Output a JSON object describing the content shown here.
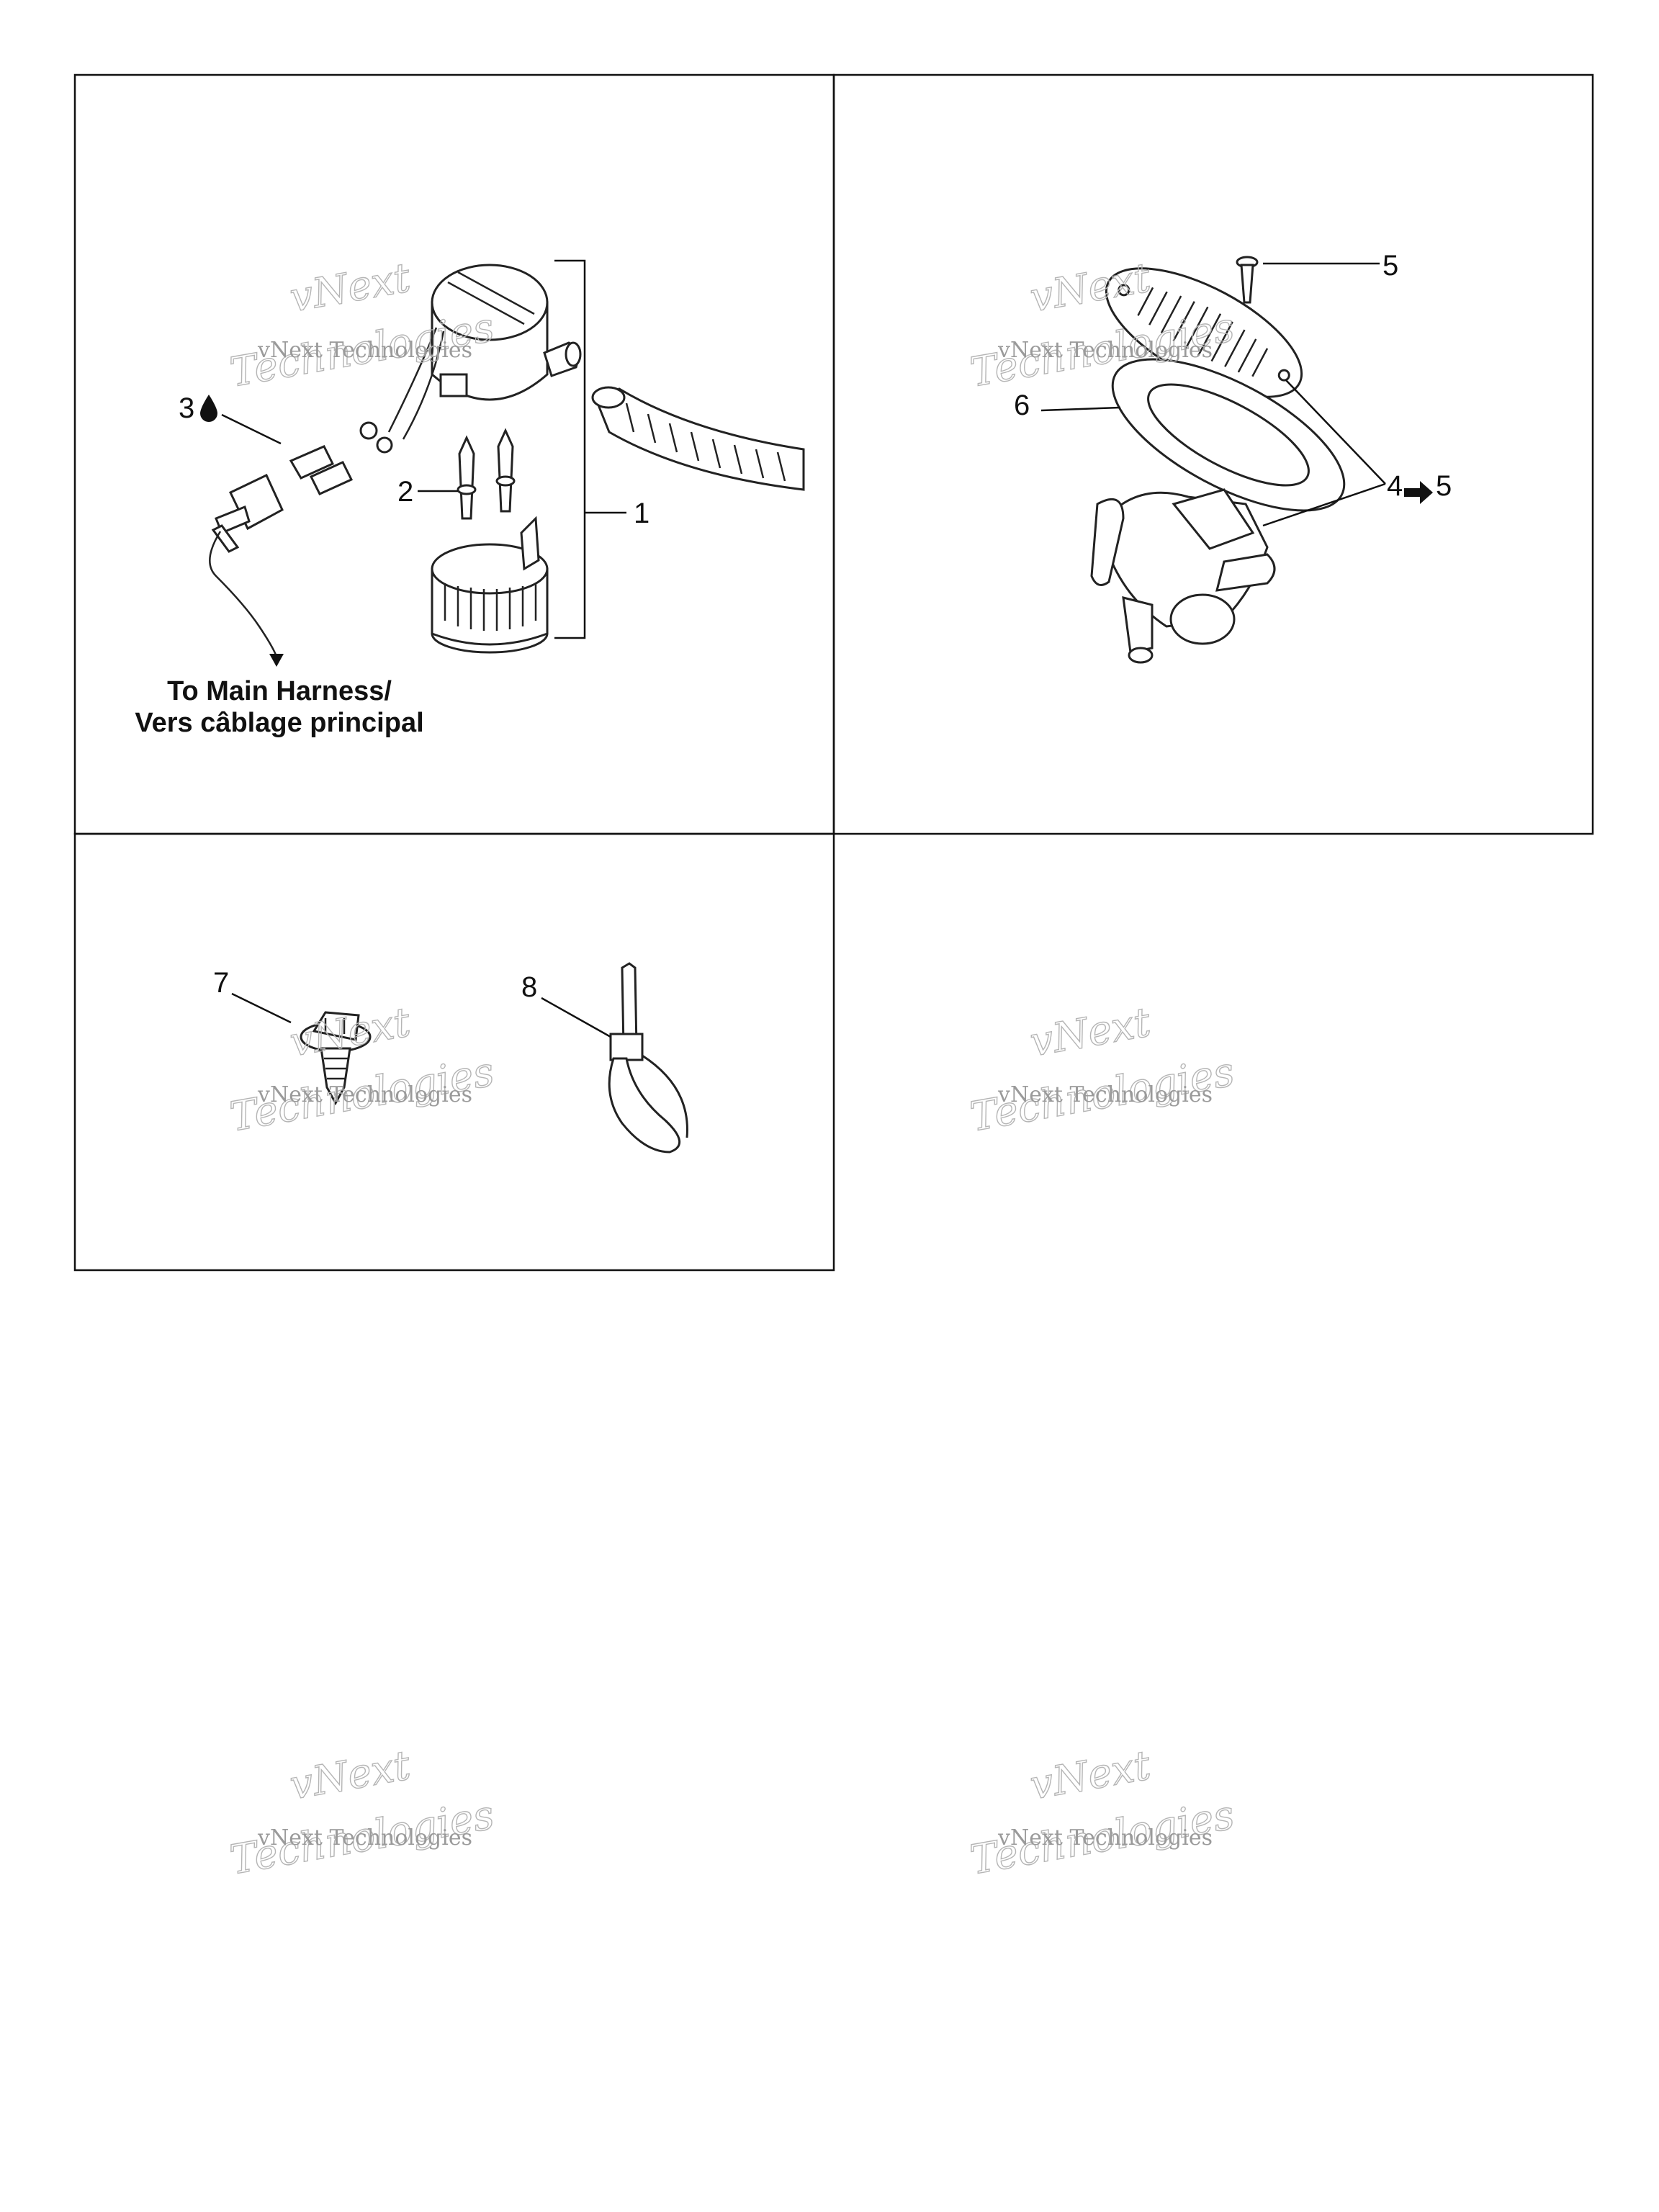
{
  "callouts": {
    "c1": "1",
    "c2": "2",
    "c3": "3",
    "c4": "4",
    "c5a": "5",
    "c5b": "5",
    "c6": "6",
    "c7": "7",
    "c8": "8"
  },
  "symbols": {
    "drop": "drop-icon",
    "arrow": "right-arrow-icon"
  },
  "caption": {
    "line1": "To Main Harness/",
    "line2": "Vers câblage principal"
  },
  "watermark": {
    "line1": "vNext Technologies",
    "line2a": "vNext",
    "line2b": "Technologies"
  }
}
